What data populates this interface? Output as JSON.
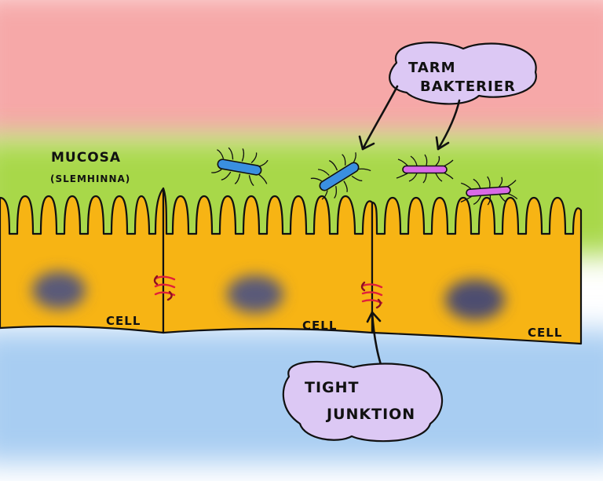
{
  "labels": {
    "mucosa_line1": "MUCOSA",
    "mucosa_line2": "(SLEMHINNA)",
    "bacteria_line1": "TARM",
    "bacteria_line2": "BAKTERIER",
    "tight_line1": "TIGHT",
    "tight_line2": "JUNKTION",
    "cell_left": "CELL",
    "cell_middle": "CELL",
    "cell_right": "CELL"
  },
  "colors": {
    "lumen_top": "#f6a8a8",
    "mucus": "#a8d84a",
    "cell_fill": "#f7b414",
    "blood_side": "#a8cdf2",
    "nucleus": "#5a5a78",
    "bacteria_blue": "#3a8fe0",
    "bacteria_pink": "#d96ae6",
    "junction_red": "#e0203a",
    "callout_fill": "#dcc8f4",
    "outline": "#111111"
  },
  "icons": {
    "bacterium": "rod-bacterium-icon",
    "junction": "tight-junction-icon",
    "nucleus": "cell-nucleus-icon"
  }
}
